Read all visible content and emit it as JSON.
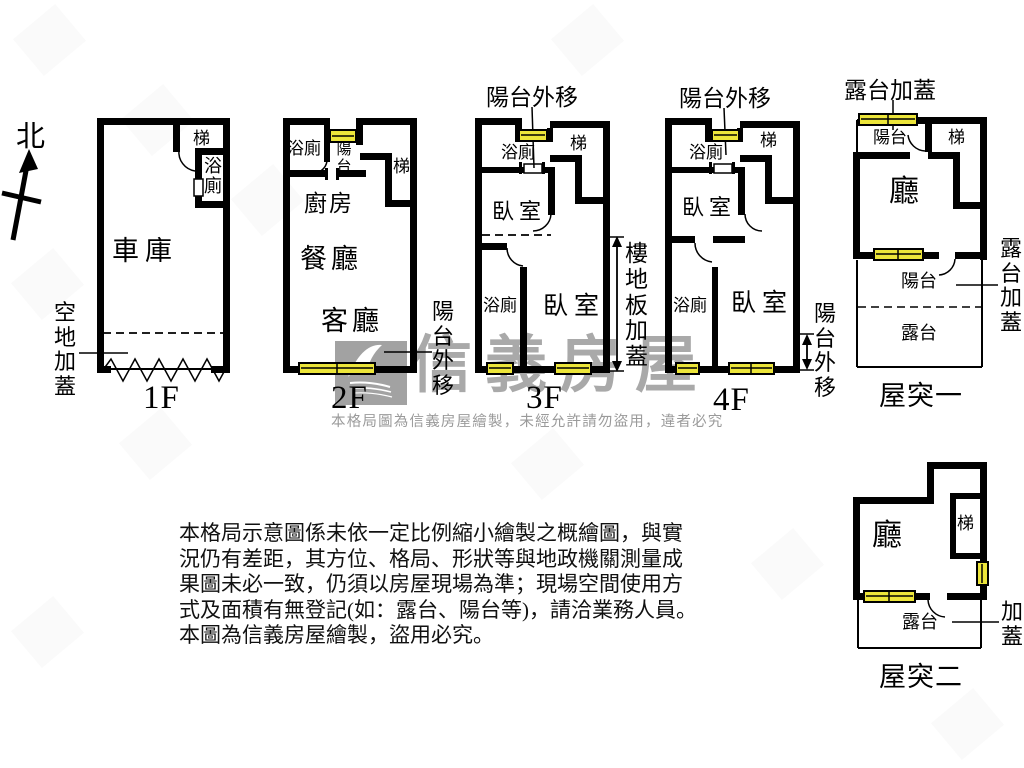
{
  "compass": {
    "north_label": "北"
  },
  "plans": {
    "f1": {
      "floor_label": "1F",
      "garage": "車庫",
      "stairs": "梯",
      "bathroom": "浴廁",
      "vacant_covered": "空地加蓋"
    },
    "f2": {
      "floor_label": "2F",
      "bathroom": "浴廁",
      "balcony": "陽台",
      "stairs": "梯",
      "kitchen": "廚房",
      "dining": "餐廳",
      "living": "客廳",
      "balcony_moved": "陽台外移"
    },
    "f3": {
      "floor_label": "3F",
      "balcony_moved_top": "陽台外移",
      "bathroom_top": "浴廁",
      "stairs": "梯",
      "bedroom_top": "臥室",
      "bathroom_bottom": "浴廁",
      "bedroom_bottom": "臥室",
      "floor_slab_covered": "樓地板加蓋"
    },
    "f4": {
      "floor_label": "4F",
      "balcony_moved_top": "陽台外移",
      "bathroom_top": "浴廁",
      "stairs": "梯",
      "bedroom_top": "臥室",
      "bathroom_bottom": "浴廁",
      "bedroom_bottom": "臥室",
      "balcony_moved_right": "陽台外移"
    },
    "roof1": {
      "floor_label": "屋突一",
      "terrace_covered_top": "露台加蓋",
      "balcony_top": "陽台",
      "stairs": "梯",
      "hall": "廳",
      "balcony_mid": "陽台",
      "terrace": "露台",
      "terrace_covered_right": "露台加蓋"
    },
    "roof2": {
      "floor_label": "屋突二",
      "hall": "廳",
      "stairs": "梯",
      "terrace": "露台",
      "covered": "加蓋"
    }
  },
  "watermark": {
    "brand": "信義房屋",
    "notice": "本格局圖為信義房屋繪製，未經允許請勿盜用，違者必究"
  },
  "disclaimer_text": "本格局示意圖係未依一定比例縮小繪製之概繪圖，與實\n況仍有差距，其方位、格局、形狀等與地政機關測量成\n果圖未必一致，仍須以房屋現場為準；現場空間使用方\n式及面積有無登記(如：露台、陽台等)，請洽業務人員。\n本圖為信義房屋繪製，盜用必究。",
  "colors": {
    "wall_black": "#000000",
    "window_yellow": "#ece53a",
    "watermark_gray": "#a9a9a9"
  }
}
